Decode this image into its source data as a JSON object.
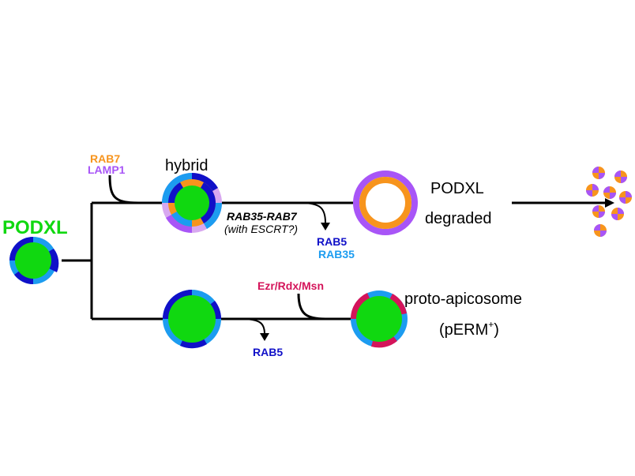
{
  "labels": {
    "start": "PODXL",
    "hybrid": "hybrid",
    "rab7": "RAB7",
    "lamp1": "LAMP1",
    "rab35_rab7": "RAB35-RAB7",
    "with_escrt": "(with ESCRT?)",
    "rab5_upper": "RAB5",
    "rab35": "RAB35",
    "podxl_degraded_1": "PODXL",
    "podxl_degraded_2": "degraded",
    "ezr_rdx_msn": "Ezr/Rdx/Msn",
    "proto_apicosome": "proto-apicosome",
    "perm": "(pERM",
    "perm_sup": "+",
    "perm_close": ")",
    "rab5_lower": "RAB5"
  },
  "colors": {
    "core_green": "#10d810",
    "rab5_blue": "#1010c8",
    "rab35_lightblue": "#1c9cf0",
    "rab7_orange": "#f7941d",
    "lamp1_purple": "#a855f7",
    "lamp1_light": "#d8a8f0",
    "erm_crimson": "#d4145a",
    "line_black": "#000000"
  }
}
